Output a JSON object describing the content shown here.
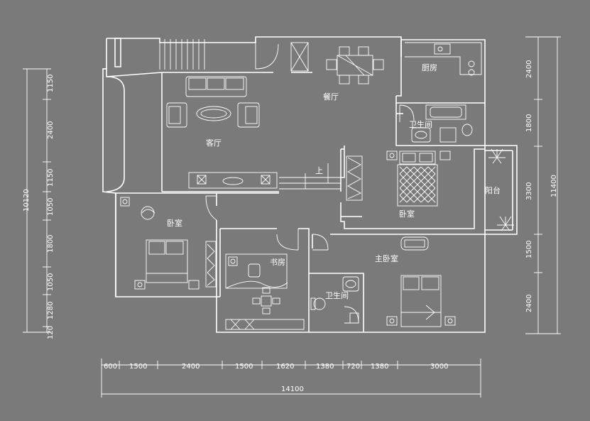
{
  "plan": {
    "rooms": {
      "living": "客厅",
      "dining": "餐厅",
      "kitchen": "厨房",
      "bath_top": "卫生间",
      "bedroom_right": "卧室",
      "balcony": "阳台",
      "bedroom_left": "卧室",
      "study": "书房",
      "master": "主卧室",
      "bath_bottom": "卫生间"
    },
    "stair_up_label": "上"
  },
  "dimensions": {
    "bottom_segments": [
      "600",
      "1500",
      "2400",
      "1500",
      "1620",
      "1380",
      "720",
      "1380",
      "3000"
    ],
    "bottom_total": "14100",
    "left_segments": [
      "1150",
      "2400",
      "1150",
      "1050",
      "1800",
      "1050",
      "1280",
      "120"
    ],
    "left_total": "10120",
    "right_segments": [
      "2400",
      "1800",
      "3300",
      "1500",
      "2400"
    ],
    "right_total": "11400"
  }
}
